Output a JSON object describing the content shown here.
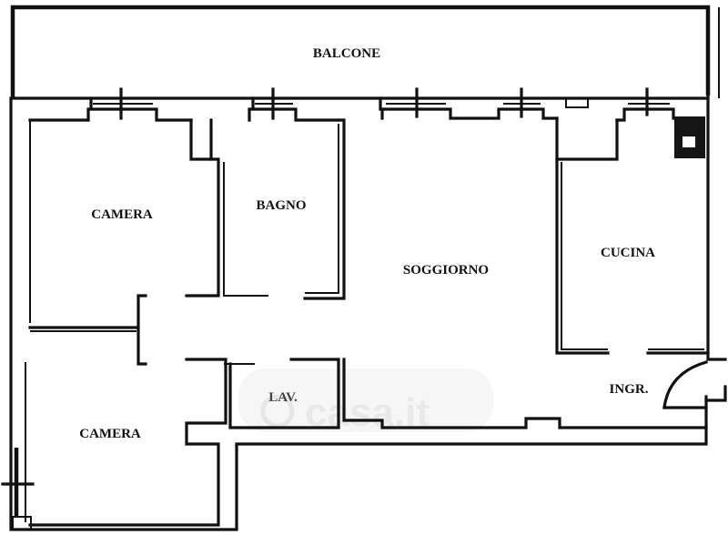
{
  "plan": {
    "type": "apartment floor plan",
    "rooms": [
      {
        "id": "balcone",
        "label": "BALCONE"
      },
      {
        "id": "camera-1",
        "label": "CAMERA"
      },
      {
        "id": "bagno",
        "label": "BAGNO"
      },
      {
        "id": "soggiorno",
        "label": "SOGGIORNO"
      },
      {
        "id": "cucina",
        "label": "CUCINA"
      },
      {
        "id": "camera-2",
        "label": "CAMERA"
      },
      {
        "id": "lavanderia",
        "label": "LAV."
      },
      {
        "id": "ingresso",
        "label": "INGR."
      }
    ],
    "colors": {
      "wall": "#111111",
      "background": "#ffffff",
      "watermark": "#e9e9e9"
    }
  },
  "watermark": {
    "text": "casa.it"
  }
}
